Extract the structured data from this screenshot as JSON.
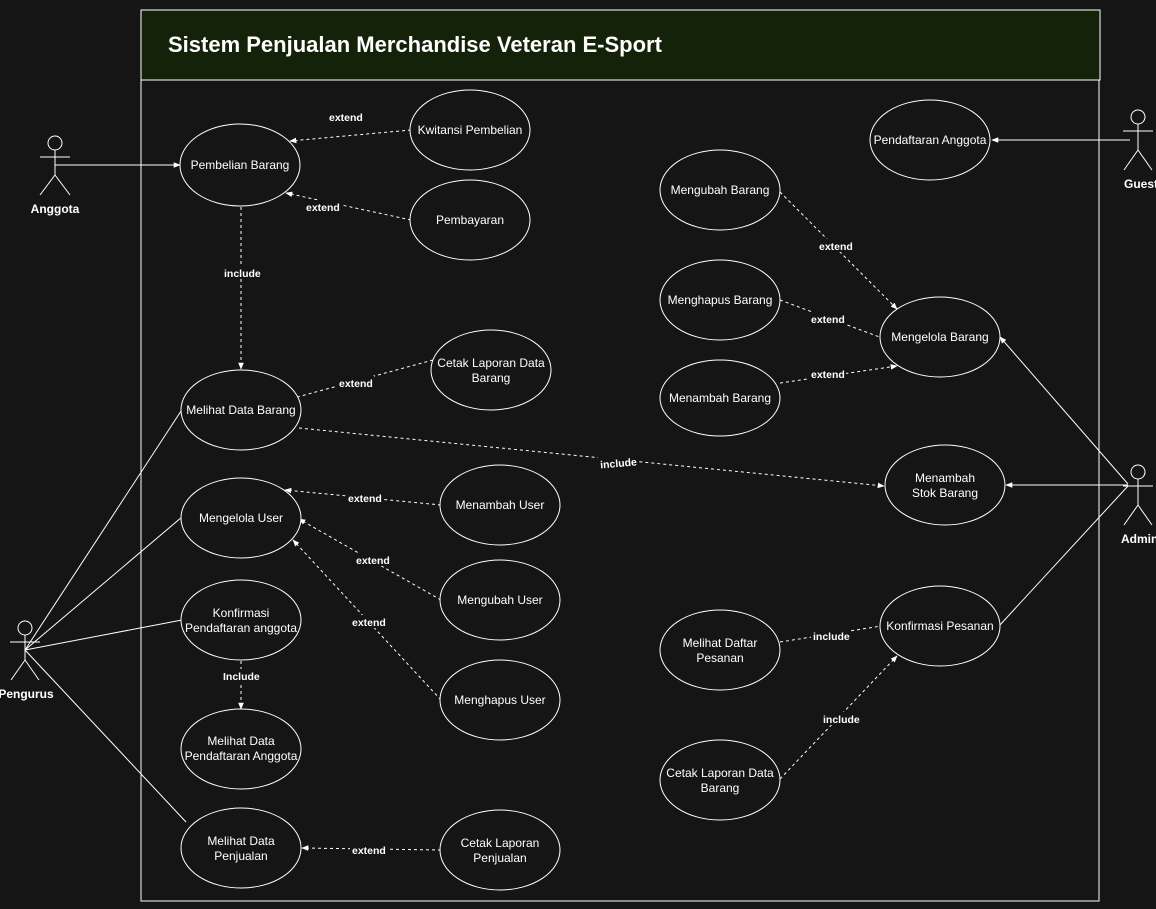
{
  "title": "Sistem Penjualan Merchandise Veteran E-Sport",
  "colors": {
    "background": "#151515",
    "title_bar": "#14220a",
    "stroke": "#ffffff",
    "text": "#ffffff"
  },
  "actors": {
    "anggota": "Anggota",
    "guest": "Guest",
    "admin": "Admin",
    "pengurus": "Pengurus"
  },
  "use_cases": {
    "pembelian_barang": "Pembelian Barang",
    "kwitansi_pembelian": "Kwitansi Pembelian",
    "pembayaran": "Pembayaran",
    "melihat_data_barang": "Melihat Data Barang",
    "cetak_laporan_data_barang_1": [
      "Cetak Laporan Data",
      "Barang"
    ],
    "mengelola_user": "Mengelola User",
    "menambah_user": "Menambah User",
    "mengubah_user": "Mengubah User",
    "menghapus_user": "Menghapus User",
    "konfirmasi_pendaftaran_anggota": [
      "Konfirmasi",
      "Pendaftaran anggota"
    ],
    "melihat_data_pendaftaran_anggota": [
      "Melihat Data",
      "Pendaftaran Anggota"
    ],
    "melihat_data_penjualan": [
      "Melihat Data",
      "Penjualan"
    ],
    "cetak_laporan_penjualan": [
      "Cetak Laporan",
      "Penjualan"
    ],
    "pendaftaran_anggota": "Pendaftaran Anggota",
    "mengubah_barang": "Mengubah Barang",
    "menghapus_barang": "Menghapus Barang",
    "menambah_barang": "Menambah Barang",
    "mengelola_barang": "Mengelola Barang",
    "menambah_stok_barang": [
      "Menambah",
      "Stok Barang"
    ],
    "melihat_daftar_pesanan": [
      "Melihat Daftar",
      "Pesanan"
    ],
    "konfirmasi_pesanan": "Konfirmasi Pesanan",
    "cetak_laporan_data_barang_2": [
      "Cetak Laporan Data",
      "Barang"
    ]
  },
  "edge_labels": {
    "extend_kwitansi": "extend",
    "extend_pembayaran": "extend",
    "include_pembelian": "include",
    "extend_cetak_barang": "extend",
    "include_stok": "include",
    "extend_menambah_user": "extend",
    "extend_mengubah_user": "extend",
    "extend_menghapus_user": "extend",
    "include_konfirmasi_pendaftaran": "Include",
    "extend_cetak_penjualan": "extend",
    "extend_mengubah_barang": "extend",
    "extend_menghapus_barang": "extend",
    "extend_menambah_barang": "extend",
    "include_daftar_pesanan": "include",
    "include_cetak_laporan": "include"
  }
}
